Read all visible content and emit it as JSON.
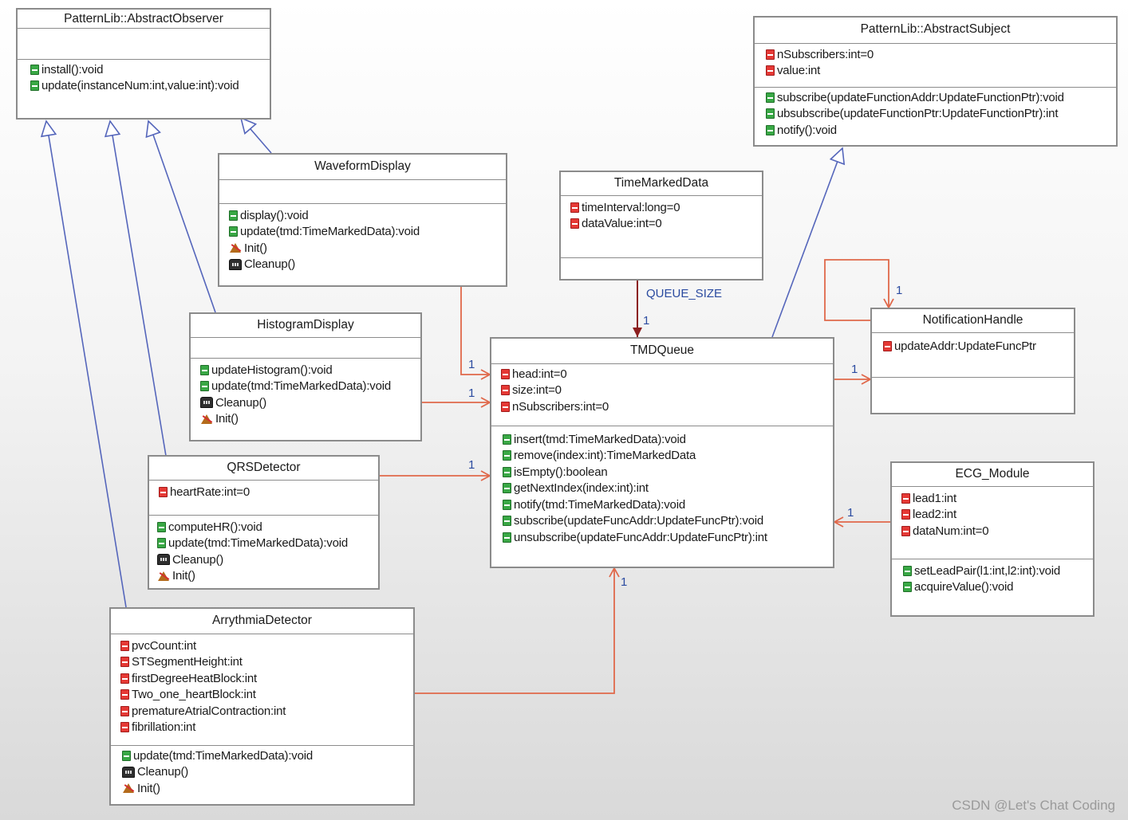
{
  "classes": {
    "abstract_observer": {
      "name": "PatternLib::AbstractObserver",
      "attributes": [],
      "operations": [
        {
          "text": "install():void",
          "kind": "op"
        },
        {
          "text": "update(instanceNum:int,value:int):void",
          "kind": "op"
        }
      ]
    },
    "abstract_subject": {
      "name": "PatternLib::AbstractSubject",
      "attributes": [
        {
          "text": "nSubscribers:int=0",
          "kind": "attr"
        },
        {
          "text": "value:int",
          "kind": "attr"
        }
      ],
      "operations": [
        {
          "text": "subscribe(updateFunctionAddr:UpdateFunctionPtr):void",
          "kind": "op"
        },
        {
          "text": "ubsubscribe(updateFunctionPtr:UpdateFunctionPtr):int",
          "kind": "op"
        },
        {
          "text": "notify():void",
          "kind": "op"
        }
      ]
    },
    "waveform_display": {
      "name": "WaveformDisplay",
      "attributes": [],
      "operations": [
        {
          "text": "display():void",
          "kind": "op"
        },
        {
          "text": "update(tmd:TimeMarkedData):void",
          "kind": "op"
        },
        {
          "text": "Init()",
          "kind": "ctor"
        },
        {
          "text": "Cleanup()",
          "kind": "destr"
        }
      ]
    },
    "time_marked_data": {
      "name": "TimeMarkedData",
      "attributes": [
        {
          "text": "timeInterval:long=0",
          "kind": "attr"
        },
        {
          "text": "dataValue:int=0",
          "kind": "attr"
        }
      ],
      "operations": []
    },
    "notification_handle": {
      "name": "NotificationHandle",
      "attributes": [
        {
          "text": "updateAddr:UpdateFuncPtr",
          "kind": "attr"
        }
      ],
      "operations": []
    },
    "histogram_display": {
      "name": "HistogramDisplay",
      "attributes": [],
      "operations": [
        {
          "text": "updateHistogram():void",
          "kind": "op"
        },
        {
          "text": "update(tmd:TimeMarkedData):void",
          "kind": "op"
        },
        {
          "text": "Cleanup()",
          "kind": "destr"
        },
        {
          "text": "Init()",
          "kind": "ctor"
        }
      ]
    },
    "tmd_queue": {
      "name": "TMDQueue",
      "attributes": [
        {
          "text": "head:int=0",
          "kind": "attr"
        },
        {
          "text": "size:int=0",
          "kind": "attr"
        },
        {
          "text": "nSubscribers:int=0",
          "kind": "attr"
        }
      ],
      "operations": [
        {
          "text": "insert(tmd:TimeMarkedData):void",
          "kind": "op"
        },
        {
          "text": "remove(index:int):TimeMarkedData",
          "kind": "op"
        },
        {
          "text": "isEmpty():boolean",
          "kind": "op"
        },
        {
          "text": "getNextIndex(index:int):int",
          "kind": "op"
        },
        {
          "text": "notify(tmd:TimeMarkedData):void",
          "kind": "op"
        },
        {
          "text": "subscribe(updateFuncAddr:UpdateFuncPtr):void",
          "kind": "op"
        },
        {
          "text": "unsubscribe(updateFuncAddr:UpdateFuncPtr):int",
          "kind": "op"
        }
      ]
    },
    "qrs_detector": {
      "name": "QRSDetector",
      "attributes": [
        {
          "text": "heartRate:int=0",
          "kind": "attr"
        }
      ],
      "operations": [
        {
          "text": "computeHR():void",
          "kind": "op"
        },
        {
          "text": "update(tmd:TimeMarkedData):void",
          "kind": "op"
        },
        {
          "text": "Cleanup()",
          "kind": "destr"
        },
        {
          "text": "Init()",
          "kind": "ctor"
        }
      ]
    },
    "ecg_module": {
      "name": "ECG_Module",
      "attributes": [
        {
          "text": "lead1:int",
          "kind": "attr"
        },
        {
          "text": "lead2:int",
          "kind": "attr"
        },
        {
          "text": "dataNum:int=0",
          "kind": "attr"
        }
      ],
      "operations": [
        {
          "text": "setLeadPair(l1:int,l2:int):void",
          "kind": "op"
        },
        {
          "text": "acquireValue():void",
          "kind": "op"
        }
      ]
    },
    "arrythmia_detector": {
      "name": "ArrythmiaDetector",
      "attributes": [
        {
          "text": "pvcCount:int",
          "kind": "attr"
        },
        {
          "text": "STSegmentHeight:int",
          "kind": "attr"
        },
        {
          "text": "firstDegreeHeatBlock:int",
          "kind": "attr"
        },
        {
          "text": "Two_one_heartBlock:int",
          "kind": "attr"
        },
        {
          "text": "prematureAtrialContraction:int",
          "kind": "attr"
        },
        {
          "text": "fibrillation:int",
          "kind": "attr"
        }
      ],
      "operations": [
        {
          "text": "update(tmd:TimeMarkedData):void",
          "kind": "op"
        },
        {
          "text": "Cleanup()",
          "kind": "destr"
        },
        {
          "text": "Init()",
          "kind": "ctor"
        }
      ]
    }
  },
  "labels": {
    "queue_size": "QUEUE_SIZE",
    "mult_tmd_queue": "1",
    "mult_waveform": "1",
    "mult_histogram": "1",
    "mult_qrs": "1",
    "mult_arrythmia": "1",
    "mult_ecg": "1",
    "mult_notification": "1",
    "mult_self": "1"
  },
  "watermark": "CSDN @Let's Chat Coding",
  "colors": {
    "generalization": "#5566bb",
    "association": "#e0684a",
    "composition": "#8b1e1e",
    "border": "#8b8b8b"
  }
}
